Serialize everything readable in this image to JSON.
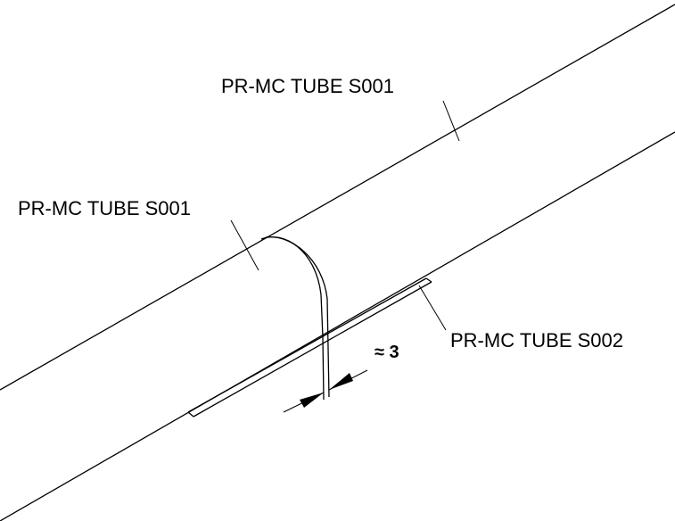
{
  "labels": {
    "upper_tube": "PR-MC TUBE S001",
    "lower_tube": "PR-MC TUBE S001",
    "insert": "PR-MC TUBE S002"
  },
  "dimension": {
    "text": "≈ 3"
  },
  "colors": {
    "line": "#000000",
    "background": "#ffffff"
  }
}
